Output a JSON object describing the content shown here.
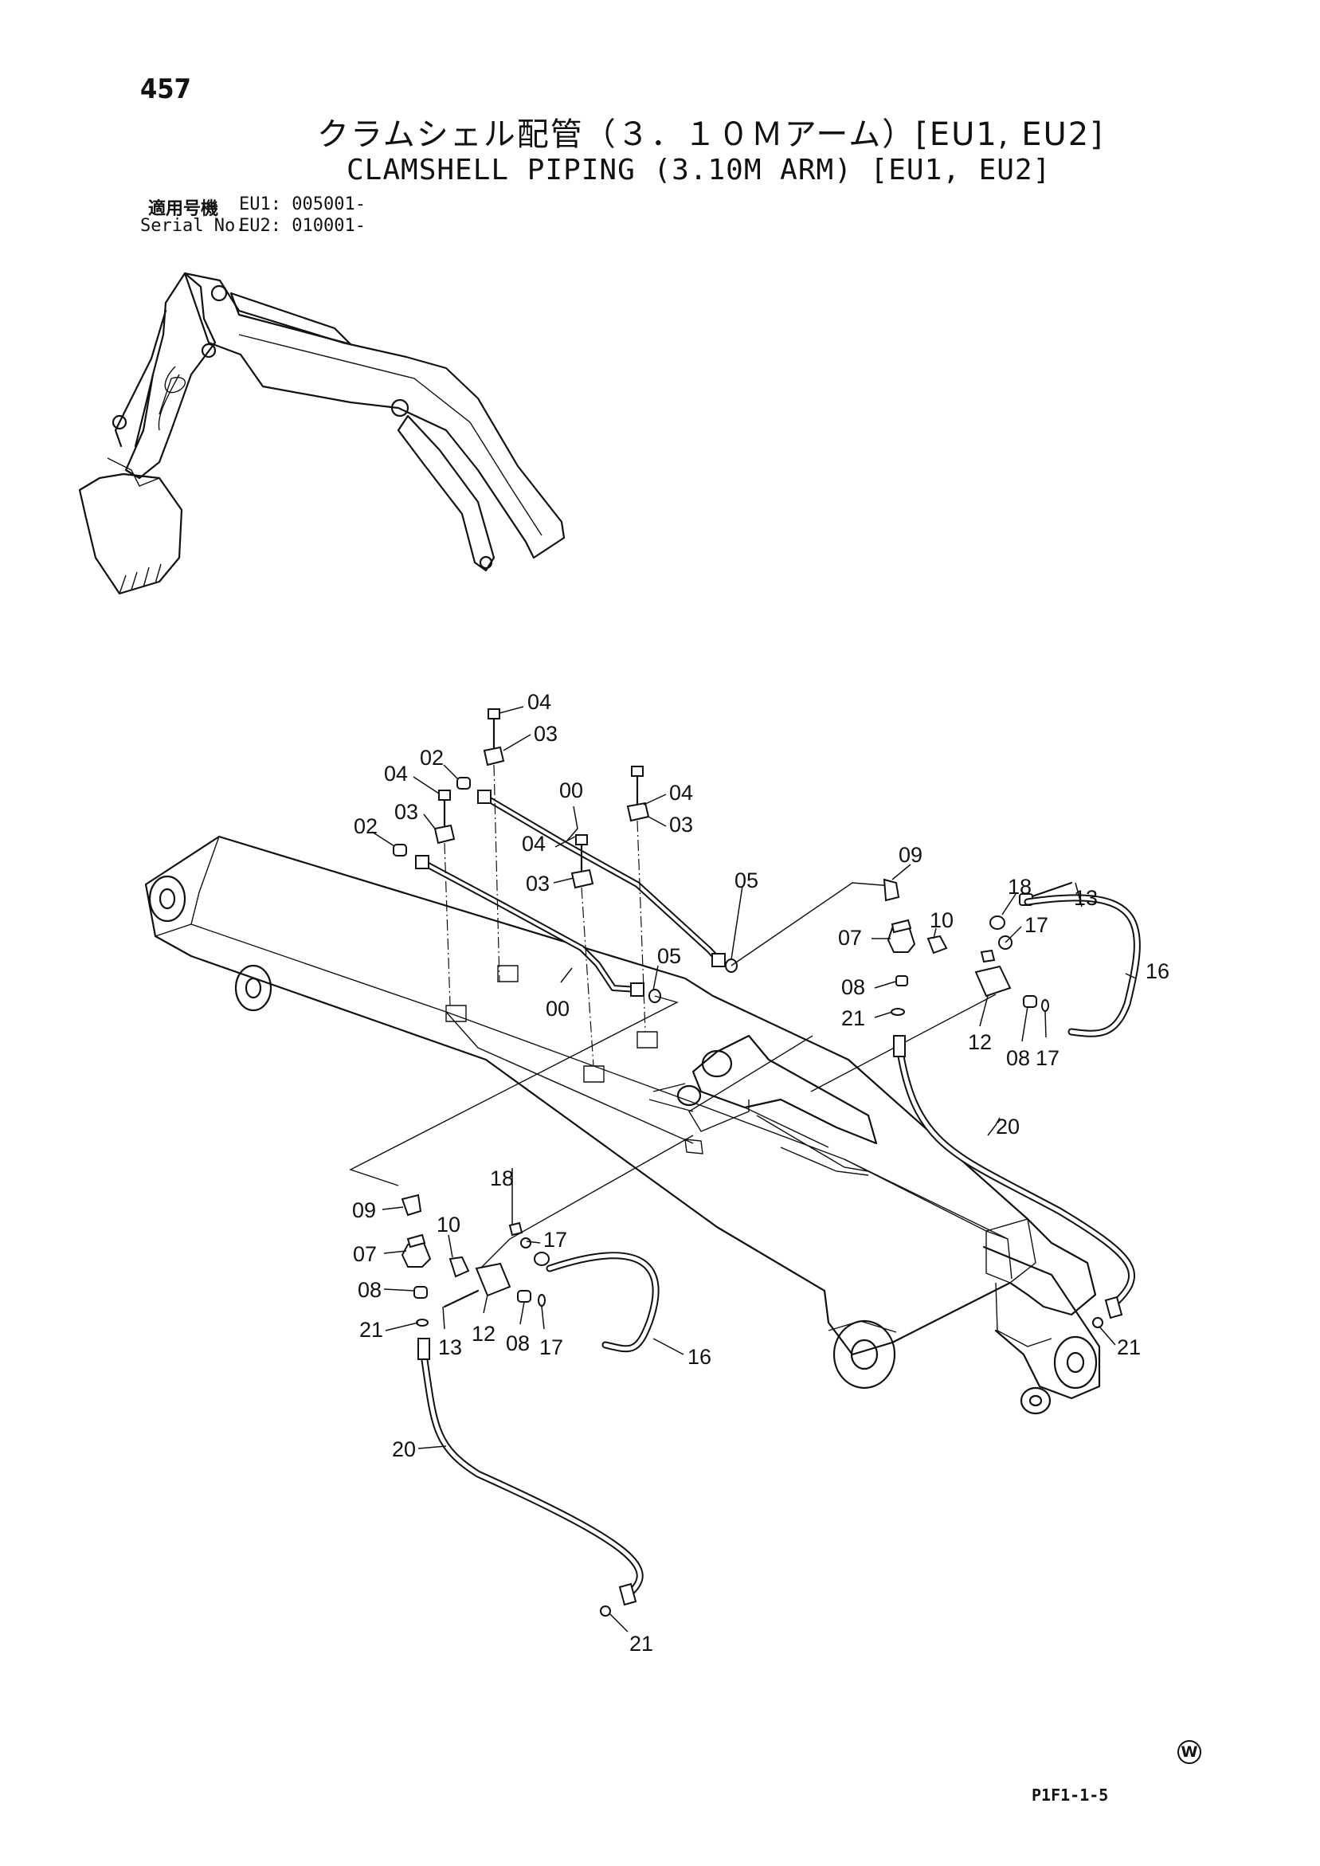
{
  "page_number": "457",
  "title_jp": "クラムシェル配管（３．１０Ｍアーム）[EU1, EU2]",
  "title_en": "CLAMSHELL PIPING (3.10M ARM) [EU1, EU2]",
  "serial": {
    "label_jp": "適用号機",
    "label_en": "Serial No.",
    "eu1": "EU1: 005001-",
    "eu2": "EU2: 010001-"
  },
  "drawing_code": "P1F1-1-5",
  "w_mark": "W",
  "callouts": [
    {
      "part": "04"
    },
    {
      "part": "03"
    },
    {
      "part": "02"
    },
    {
      "part": "04"
    },
    {
      "part": "00"
    },
    {
      "part": "04"
    },
    {
      "part": "02"
    },
    {
      "part": "03"
    },
    {
      "part": "03"
    },
    {
      "part": "04"
    },
    {
      "part": "03"
    },
    {
      "part": "05"
    },
    {
      "part": "00"
    },
    {
      "part": "05"
    },
    {
      "part": "09"
    },
    {
      "part": "18"
    },
    {
      "part": "13"
    },
    {
      "part": "07"
    },
    {
      "part": "10"
    },
    {
      "part": "17"
    },
    {
      "part": "16"
    },
    {
      "part": "08"
    },
    {
      "part": "21"
    },
    {
      "part": "12"
    },
    {
      "part": "08"
    },
    {
      "part": "17"
    },
    {
      "part": "20"
    },
    {
      "part": "18"
    },
    {
      "part": "09"
    },
    {
      "part": "10"
    },
    {
      "part": "17"
    },
    {
      "part": "07"
    },
    {
      "part": "08"
    },
    {
      "part": "21"
    },
    {
      "part": "13"
    },
    {
      "part": "12"
    },
    {
      "part": "08"
    },
    {
      "part": "17"
    },
    {
      "part": "16"
    },
    {
      "part": "21"
    },
    {
      "part": "20"
    },
    {
      "part": "21"
    }
  ]
}
